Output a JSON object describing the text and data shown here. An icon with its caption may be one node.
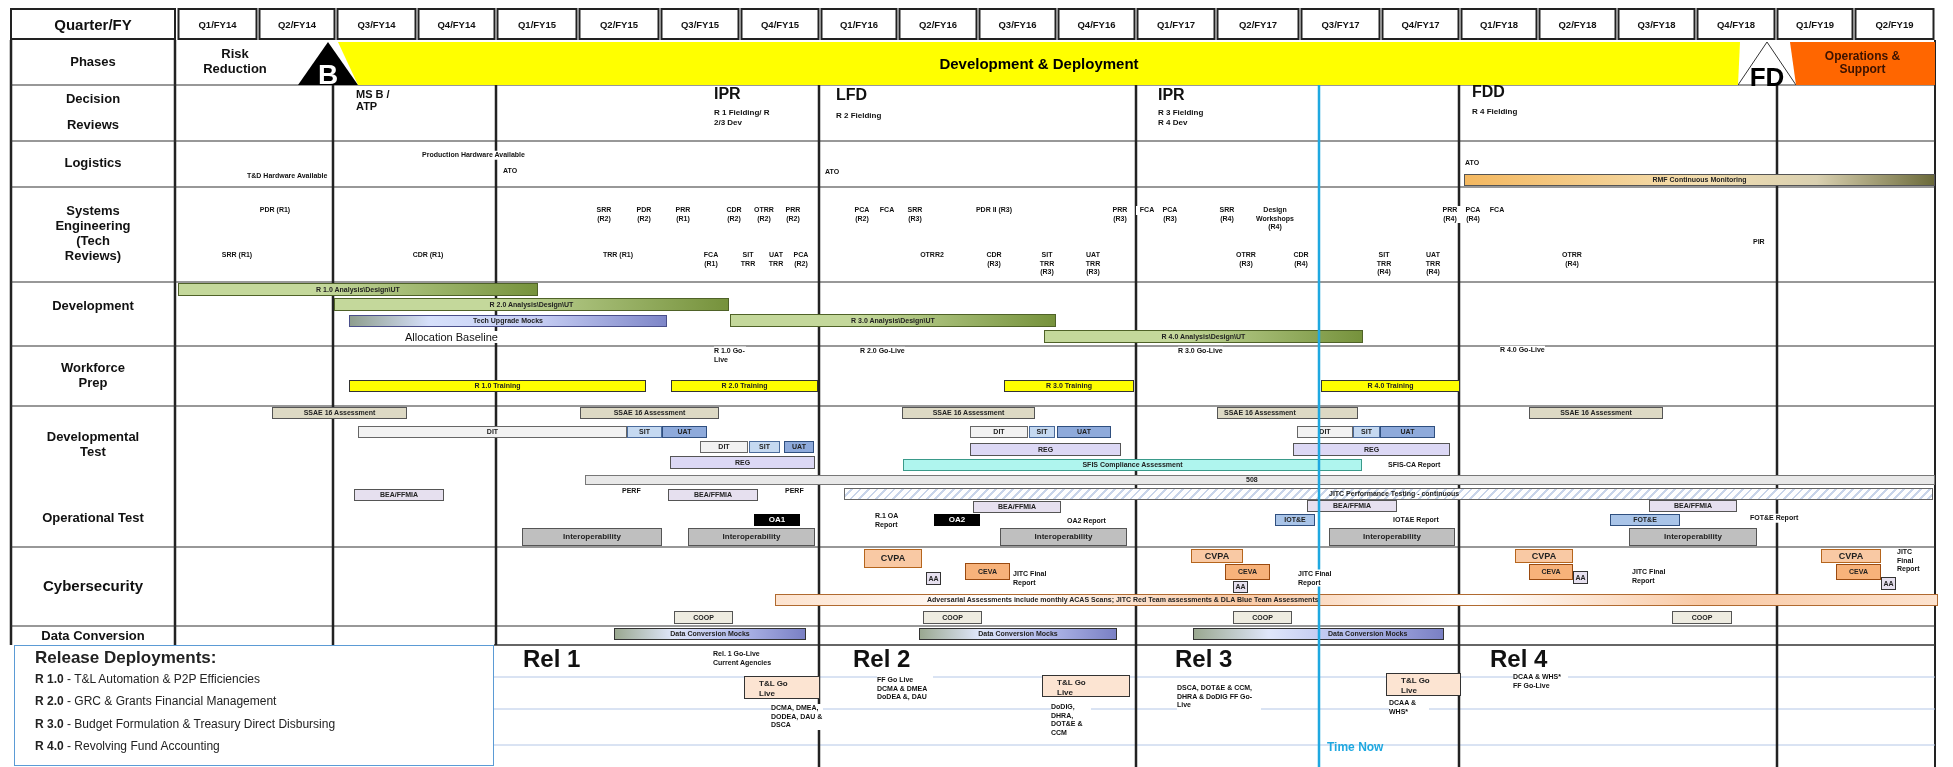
{
  "diagram": {
    "nodes": [
      {
        "text": [
          "B"
        ]
      },
      {
        "text": [
          "Development & Deployment"
        ]
      },
      {
        "text": [
          "FD"
        ]
      },
      {
        "text": [
          "Operations & Support"
        ]
      },
      {
        "text": [
          "RMF Continuous Monitoring"
        ]
      },
      {
        "text": [
          "R 1.0 Analysis\\Design\\UT"
        ]
      },
      {
        "text": [
          "R 2.0 Analysis\\Design\\UT"
        ]
      },
      {
        "text": [
          "Tech Upgrade Mocks"
        ]
      },
      {
        "text": [
          "R 3.0 Analysis\\Design\\UT"
        ]
      },
      {
        "text": [
          "R 4.0 Analysis\\Design\\UT"
        ]
      },
      {
        "text": [
          "R 1.0 Training"
        ]
      },
      {
        "text": [
          "R 2.0 Training"
        ]
      },
      {
        "text": [
          "R 3.0 Training"
        ]
      },
      {
        "text": [
          "R 4.0 Training"
        ]
      },
      {
        "text": [
          "SSAE 16 Assessment"
        ]
      },
      {
        "text": [
          "SSAE 16 Assessment"
        ]
      },
      {
        "text": [
          "SSAE 16 Assessment"
        ]
      },
      {
        "text": [
          "SSAE 16 Assessment"
        ]
      },
      {
        "text": [
          "SSAE 16 Assessment"
        ]
      },
      {
        "text": [
          "DIT"
        ]
      },
      {
        "text": [
          "SIT"
        ]
      },
      {
        "text": [
          "UAT"
        ]
      },
      {
        "text": [
          "DIT"
        ]
      },
      {
        "text": [
          "SIT"
        ]
      },
      {
        "text": [
          "UAT"
        ]
      },
      {
        "text": [
          "REG"
        ]
      },
      {
        "text": [
          "DIT"
        ]
      },
      {
        "text": [
          "SIT"
        ]
      },
      {
        "text": [
          "UAT"
        ]
      },
      {
        "text": [
          "REG"
        ]
      },
      {
        "text": [
          "SFIS Compliance Assessment"
        ]
      },
      {
        "text": [
          "DIT"
        ]
      },
      {
        "text": [
          "SIT"
        ]
      },
      {
        "text": [
          "UAT"
        ]
      },
      {
        "text": [
          "REG"
        ]
      },
      {
        "text": [
          "508"
        ]
      },
      {
        "text": [
          "JITC Performance Testing - continuous"
        ]
      },
      {
        "text": [
          "BEA/FFMIA"
        ]
      },
      {
        "text": [
          "BEA/FFMIA"
        ]
      },
      {
        "text": [
          "BEA/FFMIA"
        ]
      },
      {
        "text": [
          "BEA/FFMIA"
        ]
      },
      {
        "text": [
          "BEA/FFMIA"
        ]
      },
      {
        "text": [
          "OA1"
        ]
      },
      {
        "text": [
          "OA2"
        ]
      },
      {
        "text": [
          "IOT&E"
        ]
      },
      {
        "text": [
          "FOT&E"
        ]
      },
      {
        "text": [
          "Interoperability"
        ]
      },
      {
        "text": [
          "Interoperability"
        ]
      },
      {
        "text": [
          "Interoperability"
        ]
      },
      {
        "text": [
          "Interoperability"
        ]
      },
      {
        "text": [
          "Interoperability"
        ]
      },
      {
        "text": [
          "CVPA"
        ]
      },
      {
        "text": [
          "AA"
        ]
      },
      {
        "text": [
          "CEVA"
        ]
      },
      {
        "text": [
          "CVPA"
        ]
      },
      {
        "text": [
          "CEVA"
        ]
      },
      {
        "text": [
          "AA"
        ]
      },
      {
        "text": [
          "CVPA"
        ]
      },
      {
        "text": [
          "CEVA"
        ]
      },
      {
        "text": [
          "AA"
        ]
      },
      {
        "text": [
          "CVPA"
        ]
      },
      {
        "text": [
          "CEVA"
        ]
      },
      {
        "text": [
          "AA"
        ]
      },
      {
        "text": [
          "Adversarial Assessments include monthly ACAS Scans; JITC Red Team assessments & DLA Blue Team Assessments"
        ]
      },
      {
        "text": [
          "COOP"
        ]
      },
      {
        "text": [
          "COOP"
        ]
      },
      {
        "text": [
          "COOP"
        ]
      },
      {
        "text": [
          "COOP"
        ]
      },
      {
        "text": [
          "Data Conversion Mocks"
        ]
      },
      {
        "text": [
          "Data Conversion Mocks"
        ]
      },
      {
        "text": [
          "Data Conversion Mocks"
        ]
      },
      {
        "text": [
          "Release Deployments:",
          "**R 1.0** - T&L Automation & P2P Efficiencies",
          "**R 2.0** - GRC & Grants Financial Management",
          "**R 3.0** - Budget Formulation & Treasury Direct Disbursing",
          "**R 4.0** - Revolving Fund Accounting"
        ]
      },
      {
        "text": [
          "T&L Go Live"
        ]
      },
      {
        "text": [
          "T&L Go Live"
        ]
      },
      {
        "text": [
          "T&L Go Live"
        ]
      }
    ],
    "labels": [
      "Quarter/FY",
      "Q1/FY14",
      "Q2/FY14",
      "Q3/FY14",
      "Q4/FY14",
      "Q1/FY15",
      "Q2/FY15",
      "Q3/FY15",
      "Q4/FY15",
      "Q1/FY16",
      "Q2/FY16",
      "Q3/FY16",
      "Q4/FY16",
      "Q1/FY17",
      "Q2/FY17",
      "Q3/FY17",
      "Q4/FY17",
      "Q1/FY18",
      "Q2/FY18",
      "Q3/FY18",
      "Q4/FY18",
      "Q1/FY19",
      "Q2/FY19",
      "Phases",
      "Risk Reduction",
      "Decision Reviews",
      "MS B / ATP",
      "IPR",
      "R 1 Fielding/ R 2/3 Dev",
      "LFD",
      "R 2 Fielding",
      "IPR",
      "R 3 Fielding R 4 Dev",
      "FDD",
      "R 4 Fielding",
      "Logistics",
      "Production Hardware Available",
      "T&D Hardware Available",
      "ATO",
      "ATO",
      "ATO",
      "Systems Engineering (Tech Reviews)",
      "PDR (R1)",
      "SRR (R2)",
      "PDR (R2)",
      "PRR (R1)",
      "CDR (R2)",
      "OTRR (R2)",
      "PRR (R2)",
      "PCA (R2)",
      "FCA",
      "SRR (R3)",
      "PDR II (R3)",
      "PRR (R3)",
      "FCA",
      "PCA (R3)",
      "SRR (R4)",
      "Design Workshops (R4)",
      "PRR (R4)",
      "PCA (R4)",
      "FCA",
      "SRR (R1)",
      "CDR (R1)",
      "TRR (R1)",
      "FCA (R1)",
      "SIT TRR",
      "UAT TRR",
      "PCA (R2)",
      "OTRR2",
      "CDR (R3)",
      "SIT TRR (R3)",
      "UAT TRR (R3)",
      "OTRR (R3)",
      "CDR (R4)",
      "SIT TRR (R4)",
      "UAT TRR (R4)",
      "OTRR (R4)",
      "PIR",
      "Development",
      "Allocation Baseline",
      "Workforce Prep",
      "R 1.0 Go-Live",
      "R 2.0 Go-Live",
      "R 3.0 Go-Live",
      "R 4.0 Go-Live",
      "Developmental Test",
      "SFIS-CA Report",
      "Operational Test",
      "PERF",
      "PERF",
      "R.1 OA Report",
      "OA2 Report",
      "IOT&E Report",
      "FOT&E Report",
      "Cybersecurity",
      "JITC Final Report",
      "JITC Final Report",
      "JITC Final Report",
      "JITC Final Report",
      "Data Conversion",
      "Rel 1",
      "Rel. 1 Go-Live Current Agencies",
      "DCMA, DMEA, DODEA, DAU & DSCA",
      "Rel 2",
      "FF Go Live DCMA & DMEA DoDEA &, DAU",
      "DoDIG, DHRA, DOT&E & CCM",
      "Rel 3",
      "DSCA, DOT&E & CCM, DHRA & DoDIG FF Go-Live",
      "DCAA & WHS*",
      "Rel 4",
      "DCAA & WHS* FF Go-Live",
      "Time Now"
    ]
  }
}
